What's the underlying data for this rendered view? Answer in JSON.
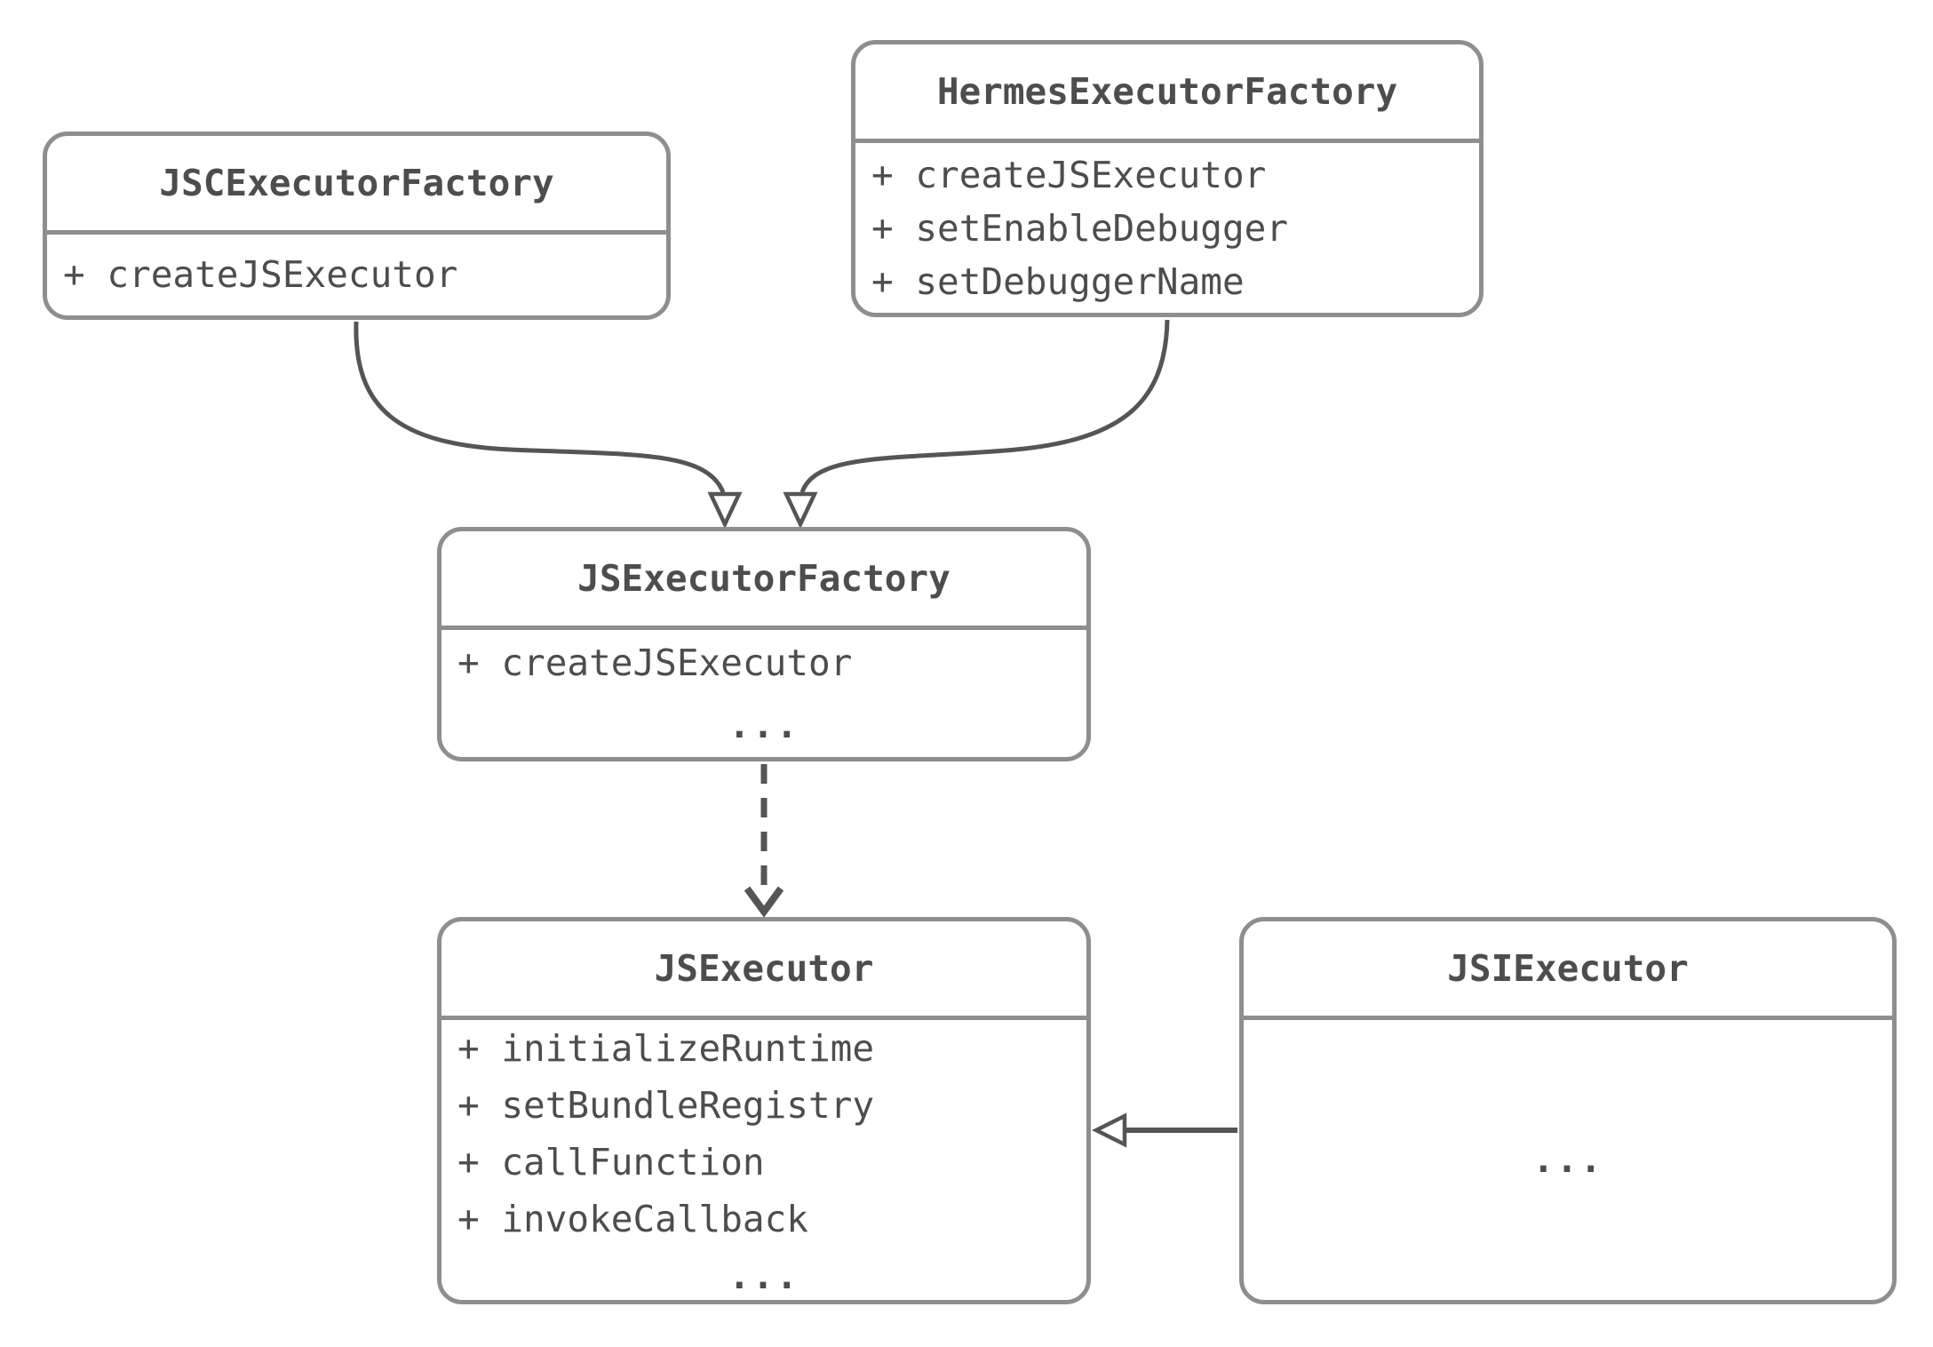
{
  "diagram": {
    "kind": "uml-class-diagram",
    "ellipsis": "...",
    "classes": [
      {
        "id": "jsc",
        "name": "JSCExecutorFactory",
        "members": [
          "+ createJSExecutor"
        ],
        "has_ellipsis": false
      },
      {
        "id": "hermes",
        "name": "HermesExecutorFactory",
        "members": [
          "+ createJSExecutor",
          "+ setEnableDebugger",
          "+ setDebuggerName"
        ],
        "has_ellipsis": false
      },
      {
        "id": "jsef",
        "name": "JSExecutorFactory",
        "members": [
          "+ createJSExecutor"
        ],
        "has_ellipsis": true
      },
      {
        "id": "jse",
        "name": "JSExecutor",
        "members": [
          "+ initializeRuntime",
          "+ setBundleRegistry",
          "+ callFunction",
          "+ invokeCallback"
        ],
        "has_ellipsis": true
      },
      {
        "id": "jsi",
        "name": "JSIExecutor",
        "members": [],
        "has_ellipsis": true
      }
    ],
    "relations": [
      {
        "from": "JSCExecutorFactory",
        "to": "JSExecutorFactory",
        "style": "solid-curved",
        "arrowhead": "hollow-triangle",
        "type": "generalization"
      },
      {
        "from": "HermesExecutorFactory",
        "to": "JSExecutorFactory",
        "style": "solid-curved",
        "arrowhead": "hollow-triangle",
        "type": "generalization"
      },
      {
        "from": "JSExecutorFactory",
        "to": "JSExecutor",
        "style": "dashed-straight",
        "arrowhead": "open-vee",
        "type": "dependency"
      },
      {
        "from": "JSIExecutor",
        "to": "JSExecutor",
        "style": "solid-straight",
        "arrowhead": "hollow-triangle",
        "type": "generalization"
      }
    ],
    "colors": {
      "background": "#ffffff",
      "box-fill": "#ffffff",
      "box-border": "#8e8e8e",
      "text": "#4d4d4d",
      "edge": "#555555"
    }
  }
}
